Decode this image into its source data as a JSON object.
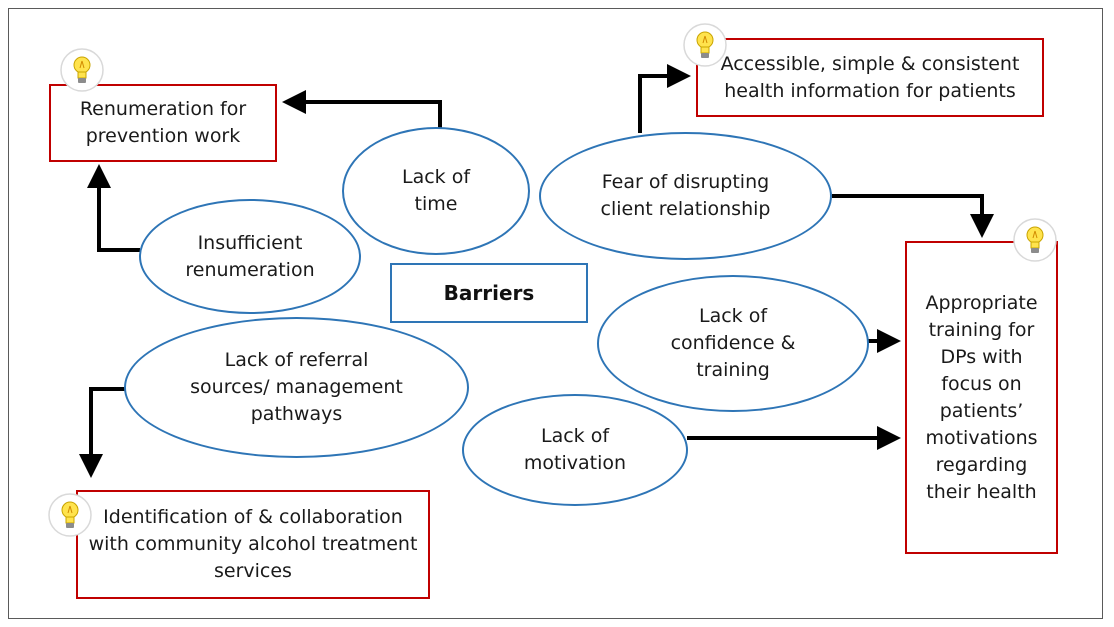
{
  "central": {
    "label": "Barriers"
  },
  "barriers": [
    {
      "id": "lack-of-time",
      "label": "Lack of\ntime"
    },
    {
      "id": "insufficient-renumeration",
      "label": "Insufficient\nrenumeration"
    },
    {
      "id": "fear-of-disrupting",
      "label": "Fear of disrupting\nclient relationship"
    },
    {
      "id": "lack-of-confidence",
      "label": "Lack of\nconfidence &\ntraining"
    },
    {
      "id": "lack-of-referral",
      "label": "Lack of referral\nsources/ management\npathways"
    },
    {
      "id": "lack-of-motivation",
      "label": "Lack of\nmotivation"
    }
  ],
  "solutions": [
    {
      "id": "renumeration-prevention",
      "label": "Renumeration for\nprevention work"
    },
    {
      "id": "accessible-health-info",
      "label": "Accessible, simple & consistent\nhealth information for patients"
    },
    {
      "id": "appropriate-training",
      "label": "Appropriate\ntraining for\nDPs with\nfocus on\npatients’\nmotivations\nregarding\ntheir health"
    },
    {
      "id": "community-collaboration",
      "label": "Identification of & collaboration\nwith community alcohol treatment\nservices"
    }
  ],
  "icons": {
    "solution_marker": "lightbulb-icon"
  },
  "colors": {
    "barrier_border": "#2e75b6",
    "solution_border": "#c00000",
    "arrow": "#000000"
  }
}
